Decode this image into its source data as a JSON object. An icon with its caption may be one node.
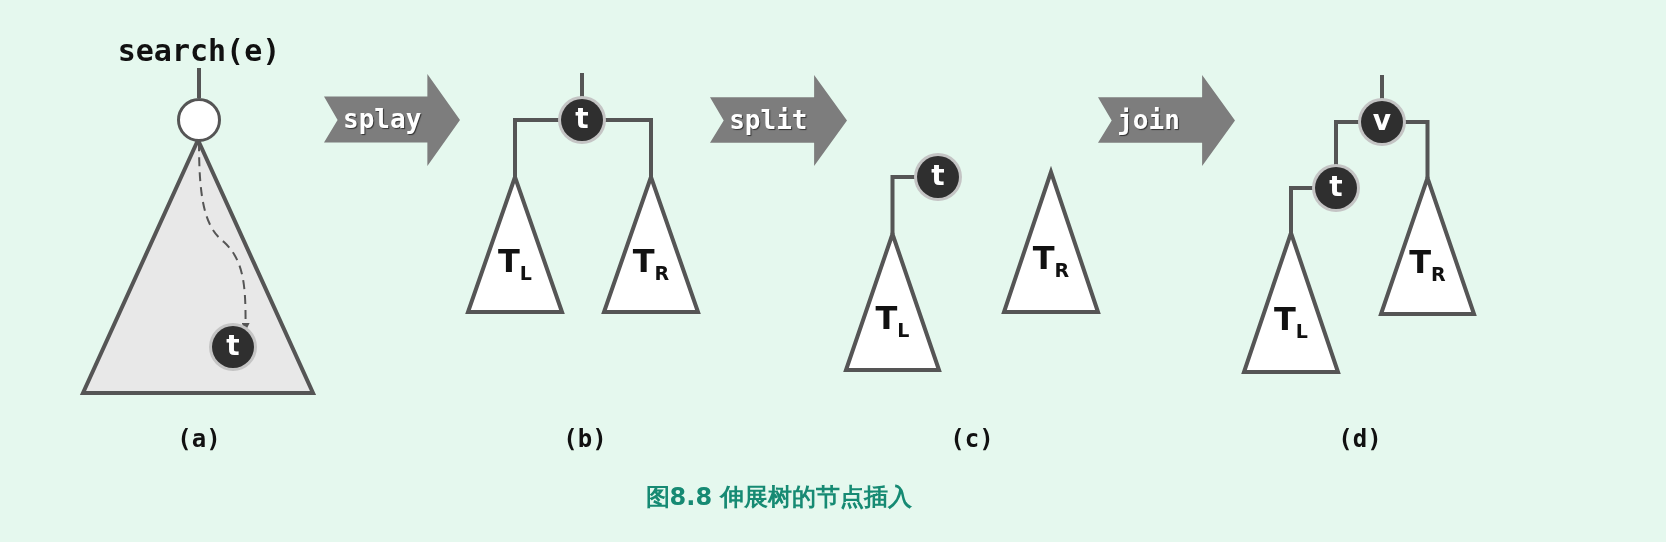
{
  "diagram": {
    "caption": "图8.8 伸展树的节点插入",
    "nodes": [
      {
        "text": [
          "search(e)"
        ]
      },
      {
        "text": [],
        "shape": "circle"
      },
      {
        "text": [],
        "shape": "triangle"
      },
      {
        "text": [
          "t"
        ],
        "in": 2
      },
      {
        "text": [
          "splay"
        ]
      },
      {
        "text": [
          "t"
        ]
      },
      {
        "text": [
          "T$_{L}$"
        ]
      },
      {
        "text": [
          "T$_{R}$"
        ]
      },
      {
        "text": [
          "split"
        ]
      },
      {
        "text": [
          "t"
        ]
      },
      {
        "text": [
          "T$_{L}$"
        ]
      },
      {
        "text": [
          "T$_{R}$"
        ]
      },
      {
        "text": [
          "join"
        ]
      },
      {
        "text": [
          "v"
        ]
      },
      {
        "text": [
          "t"
        ]
      },
      {
        "text": [
          "T$_{L}$"
        ]
      },
      {
        "text": [
          "T$_{R}$"
        ]
      }
    ],
    "edges": [
      {
        "from": 0,
        "to": 1,
        "arrow": "none"
      },
      {
        "from": 1,
        "to": 3,
        "arrow": "to",
        "style": "dashed"
      },
      {
        "from": null,
        "to": 5,
        "arrow": "none"
      },
      {
        "from": 5,
        "to": 6,
        "arrow": "none"
      },
      {
        "from": 5,
        "to": 7,
        "arrow": "none"
      },
      {
        "from": 9,
        "to": 10,
        "arrow": "none"
      },
      {
        "from": null,
        "to": 13,
        "arrow": "none"
      },
      {
        "from": 13,
        "to": 14,
        "arrow": "none"
      },
      {
        "from": 13,
        "to": 16,
        "arrow": "none"
      },
      {
        "from": 14,
        "to": 15,
        "arrow": "none"
      }
    ],
    "labels": [
      "(a)",
      "(b)",
      "(c)",
      "(d)"
    ]
  }
}
